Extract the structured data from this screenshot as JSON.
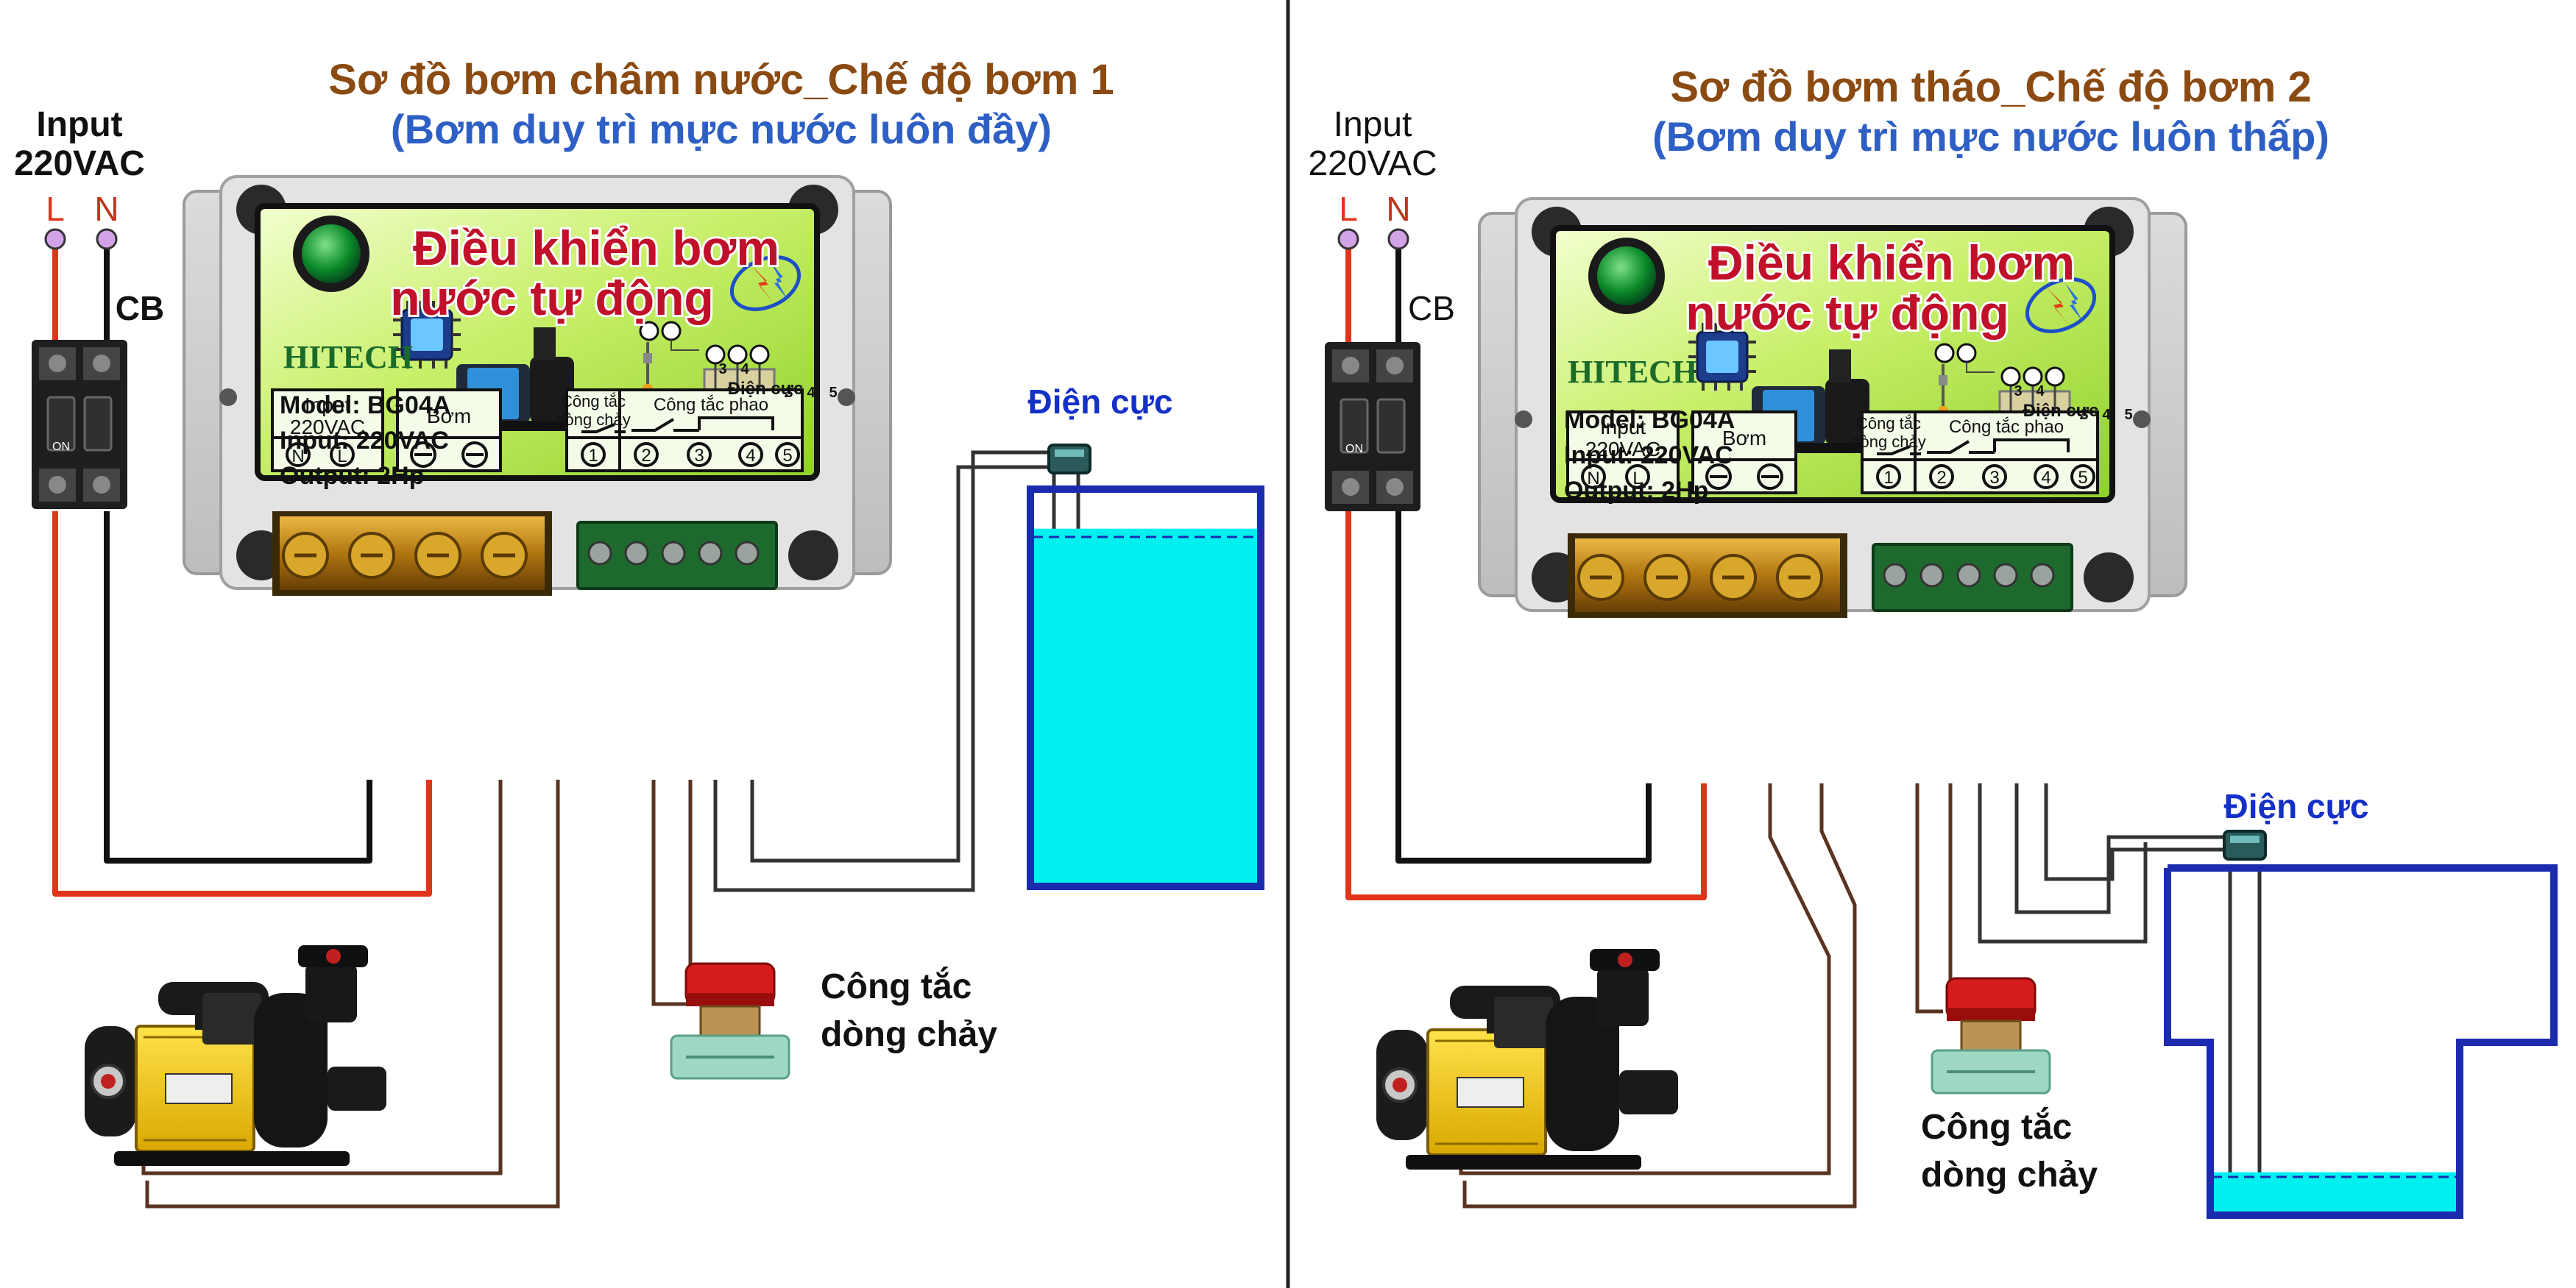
{
  "left": {
    "title": "Sơ đồ bơm châm nước_Chế độ bơm 1",
    "subtitle": "(Bơm duy trì mực nước luôn đầy)",
    "input_label_1": "Input",
    "input_label_2": "220VAC",
    "line_l": "L",
    "line_n": "N",
    "cb_label": "CB",
    "electrode_label": "Điện cực",
    "flow_switch_label_1": "Công tắc",
    "flow_switch_label_2": "dòng chảy",
    "water_level": 0.9
  },
  "right": {
    "title": "Sơ đồ bơm tháo_Chế độ bơm 2",
    "subtitle": "(Bơm duy trì mực nước luôn thấp)",
    "input_label_1": "Input",
    "input_label_2": "220VAC",
    "line_l": "L",
    "line_n": "N",
    "cb_label": "CB",
    "electrode_label": "Điện cực",
    "flow_switch_label_1": "Công tắc",
    "flow_switch_label_2": "dòng chảy",
    "water_level": 0.12
  },
  "controller": {
    "title_1": "Điều khiển bơm",
    "title_2": "nước tự động",
    "brand": "HITECH",
    "model": "Model:  BG04A",
    "input": "Input: 220VAC",
    "output": "Output: 2Hp",
    "electrode_caption": "Điện cực",
    "terminals_top": [
      "3",
      "4"
    ],
    "terminals_electrode": [
      "3",
      "4",
      "5"
    ],
    "power_box_1": "Input",
    "power_box_2": "220VAC",
    "power_terms": [
      "N",
      "L"
    ],
    "pump_box": "Bơm",
    "flow_box_1": "Công tắc",
    "flow_box_2": "dòng chảy",
    "float_box": "Công tắc phao",
    "signal_terms": [
      "1",
      "2",
      "3",
      "4",
      "5"
    ],
    "cb_on": "ON"
  },
  "colors": {
    "title_brown": "#8a4a12",
    "subtitle_blue": "#2e5fc4",
    "electrode_blue": "#1530c8",
    "wire_red": "#e0351b",
    "wire_brown": "#5a3320",
    "tank_border": "#1a2bb0",
    "water": "#00f0f0",
    "panel_green": "#a8df3a"
  }
}
